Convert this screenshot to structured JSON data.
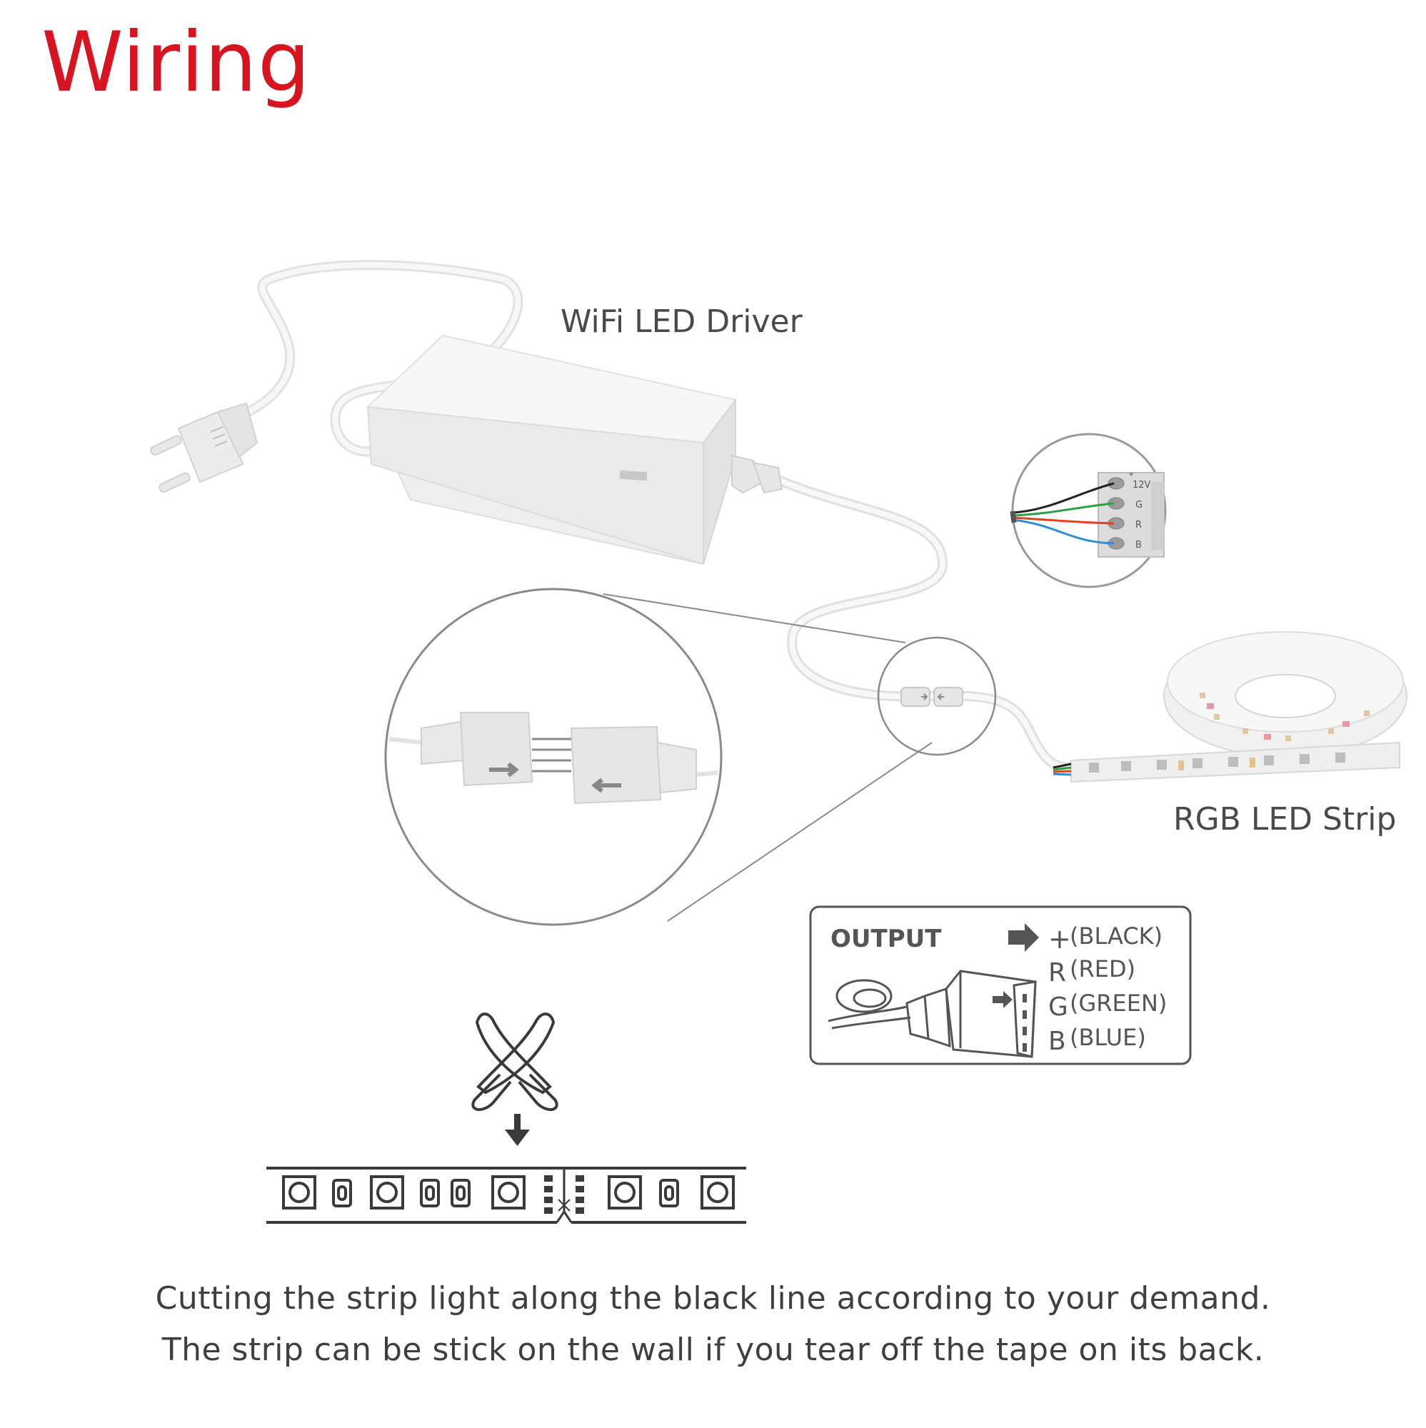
{
  "page": {
    "title": "Wiring",
    "title_color": "#d7141f"
  },
  "labels": {
    "driver": "WiFi LED Driver",
    "strip": "RGB LED Strip"
  },
  "pin_labels": [
    "12V",
    "G",
    "R",
    "B"
  ],
  "wire_colors": {
    "black": "#222222",
    "green": "#2ea043",
    "red": "#e2431d",
    "blue": "#2b8ed6"
  },
  "output_legend": {
    "heading": "OUTPUT",
    "entries": [
      {
        "symbol": "+",
        "text": "(BLACK)"
      },
      {
        "symbol": "R",
        "text": "(RED)"
      },
      {
        "symbol": "G",
        "text": "(GREEN)"
      },
      {
        "symbol": "B",
        "text": "(BLUE)"
      }
    ]
  },
  "icons": [
    "plug-icon",
    "scissors-icon",
    "down-arrow-icon",
    "arrow-right-icon"
  ],
  "caption": {
    "line1": "Cutting the strip light along the black line according to your demand.",
    "line2": "The strip can be stick on the wall if you tear off the tape on its back."
  }
}
